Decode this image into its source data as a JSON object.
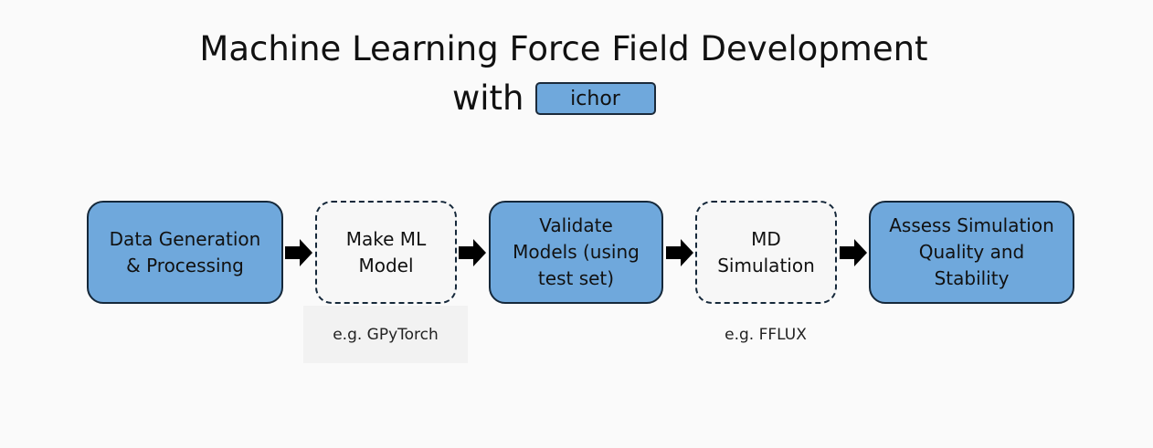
{
  "title": {
    "line1": "Machine Learning Force Field Development",
    "line2_prefix": "with",
    "badge": "ichor"
  },
  "steps": [
    {
      "label": "Data Generation\n& Processing",
      "style": "filled"
    },
    {
      "label": "Make ML\nModel",
      "style": "dashed"
    },
    {
      "label": "Validate\nModels (using\ntest set)",
      "style": "filled"
    },
    {
      "label": "MD\nSimulation",
      "style": "dashed"
    },
    {
      "label": "Assess Simulation\nQuality and\nStability",
      "style": "filled"
    }
  ],
  "notes": {
    "ml_model": "e.g. GPyTorch",
    "md_simulation": "e.g. FFLUX"
  },
  "colors": {
    "box_fill": "#6fa8dc",
    "box_border": "#15283a",
    "dashed_fill": "#f7f7f7",
    "arrow": "#000000",
    "background": "#fafafa"
  }
}
